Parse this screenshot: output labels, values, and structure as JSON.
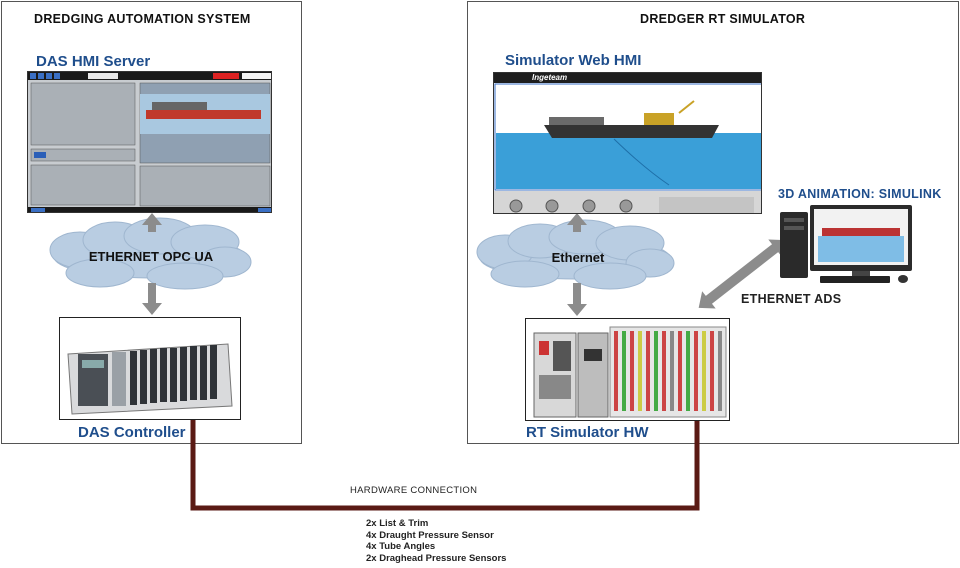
{
  "left_panel": {
    "title": "DREDGING AUTOMATION SYSTEM",
    "hmi_label": "DAS HMI Server",
    "network_label": "ETHERNET OPC UA",
    "controller_label": "DAS Controller"
  },
  "right_panel": {
    "title": "DREDGER RT SIMULATOR",
    "hmi_label": "Simulator Web HMI",
    "network_label": "Ethernet",
    "hw_label": "RT Simulator HW",
    "animation_label": "3D ANIMATION: SIMULINK",
    "ads_label": "ETHERNET ADS"
  },
  "simulator_screen": {
    "brand": "Ingeteam"
  },
  "hardware_connection": {
    "label": "HARDWARE CONNECTION",
    "signals": [
      "2x List & Trim",
      "4x Draught Pressure Sensor",
      "4x Tube Angles",
      "2x Draghead Pressure Sensors"
    ]
  },
  "colors": {
    "label_blue": "#1f4e8c",
    "cable": "#5a1a14",
    "arrow": "#8c8c8c",
    "cloud": "#b9cde2",
    "sea": "#3a9fd8"
  }
}
